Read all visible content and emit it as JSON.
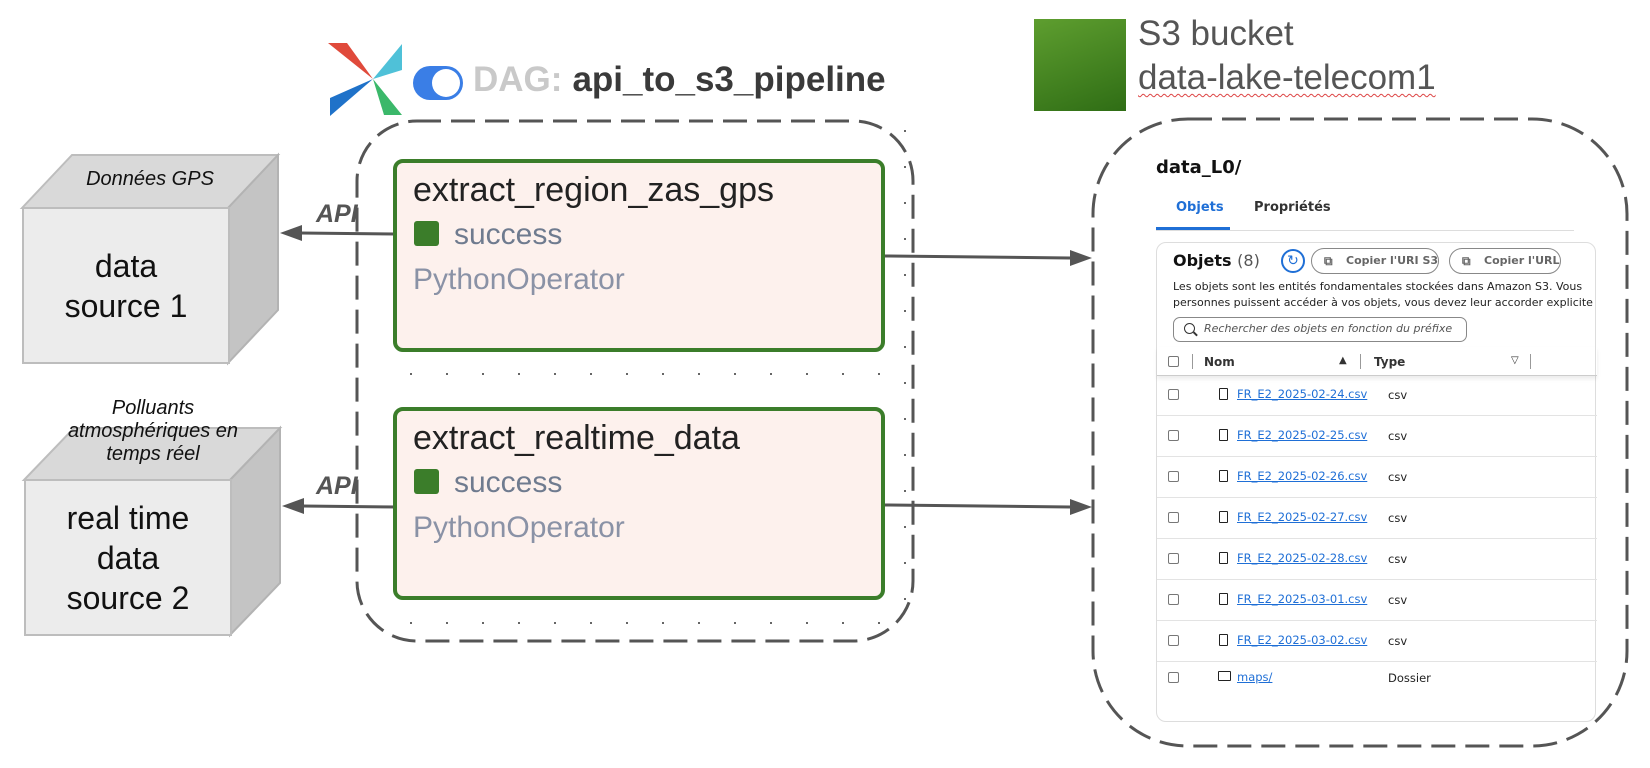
{
  "sources": [
    {
      "label": "Données GPS",
      "name": "data\nsource 1"
    },
    {
      "label": "Polluants\natmosphériques en\ntemps réel",
      "name": "real time\ndata\nsource 2"
    }
  ],
  "api_label": "API",
  "airflow": {
    "dag_prefix": "DAG:",
    "dag_name": "api_to_s3_pipeline",
    "tasks": [
      {
        "name": "extract_region_zas_gps",
        "status": "success",
        "operator": "PythonOperator"
      },
      {
        "name": "extract_realtime_data",
        "status": "success",
        "operator": "PythonOperator"
      }
    ]
  },
  "s3": {
    "title_line1": "S3 bucket",
    "bucket_name": "data-lake-telecom1",
    "prefix": "data_L0/",
    "tabs": [
      "Objets",
      "Propriétés"
    ],
    "active_tab": "Objets",
    "objects_title": "Objets",
    "objects_count": "(8)",
    "copy_uri_label": "Copier l'URI S3",
    "copy_url_label": "Copier l'URL",
    "description_line1": "Les objets sont les entités fondamentales stockées dans Amazon S3. Vous",
    "description_line2": "personnes puissent accéder à vos objets, vous devez leur accorder explicite",
    "search_placeholder": "Rechercher des objets en fonction du préfixe",
    "columns": {
      "name": "Nom",
      "type": "Type"
    },
    "rows": [
      {
        "name": "FR_E2_2025-02-24.csv",
        "type": "csv",
        "kind": "file"
      },
      {
        "name": "FR_E2_2025-02-25.csv",
        "type": "csv",
        "kind": "file"
      },
      {
        "name": "FR_E2_2025-02-26.csv",
        "type": "csv",
        "kind": "file"
      },
      {
        "name": "FR_E2_2025-02-27.csv",
        "type": "csv",
        "kind": "file"
      },
      {
        "name": "FR_E2_2025-02-28.csv",
        "type": "csv",
        "kind": "file"
      },
      {
        "name": "FR_E2_2025-03-01.csv",
        "type": "csv",
        "kind": "file"
      },
      {
        "name": "FR_E2_2025-03-02.csv",
        "type": "csv",
        "kind": "file"
      },
      {
        "name": "maps/",
        "type": "Dossier",
        "kind": "folder"
      }
    ]
  },
  "colors": {
    "task_border": "#3b7d2a",
    "task_fill": "#fdf1ed",
    "toggle": "#3a7ee6",
    "s3_link": "#1f6fd6"
  }
}
